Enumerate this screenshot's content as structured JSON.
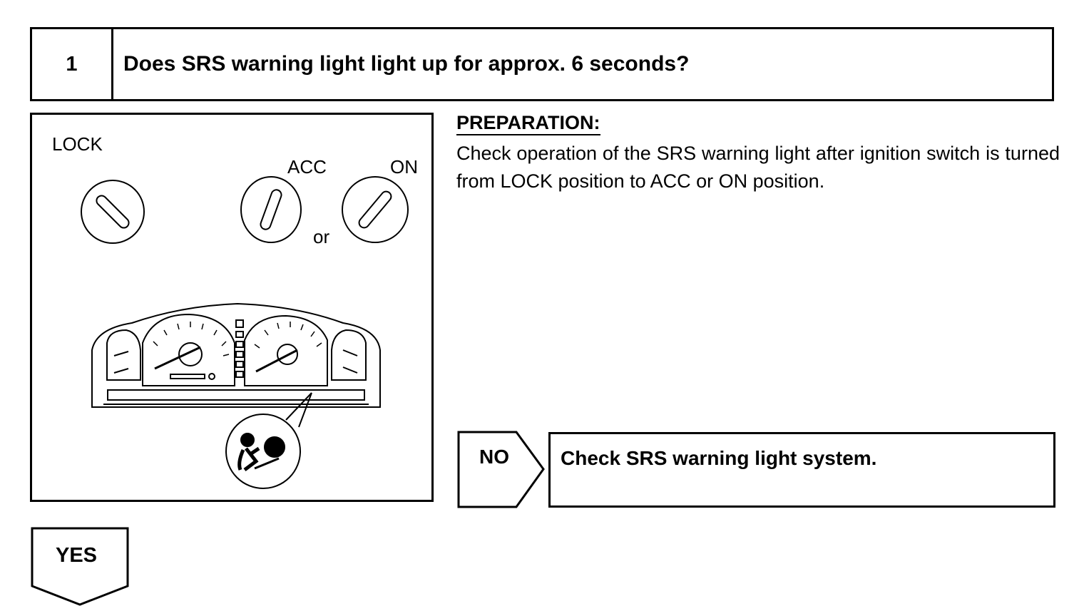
{
  "step": {
    "number": "1",
    "question": "Does SRS warning light light up for approx. 6 seconds?"
  },
  "figure": {
    "lock_label": "LOCK",
    "acc_label": "ACC",
    "on_label": "ON",
    "or_label": "or",
    "warning_icon": "airbag-icon"
  },
  "preparation": {
    "heading": "PREPARATION:",
    "body": "Check operation of the SRS warning light after ignition switch is turned from LOCK position to ACC or ON position."
  },
  "no_branch": {
    "label": "NO",
    "action": "Check SRS warning light system."
  },
  "yes_branch": {
    "label": "YES"
  }
}
